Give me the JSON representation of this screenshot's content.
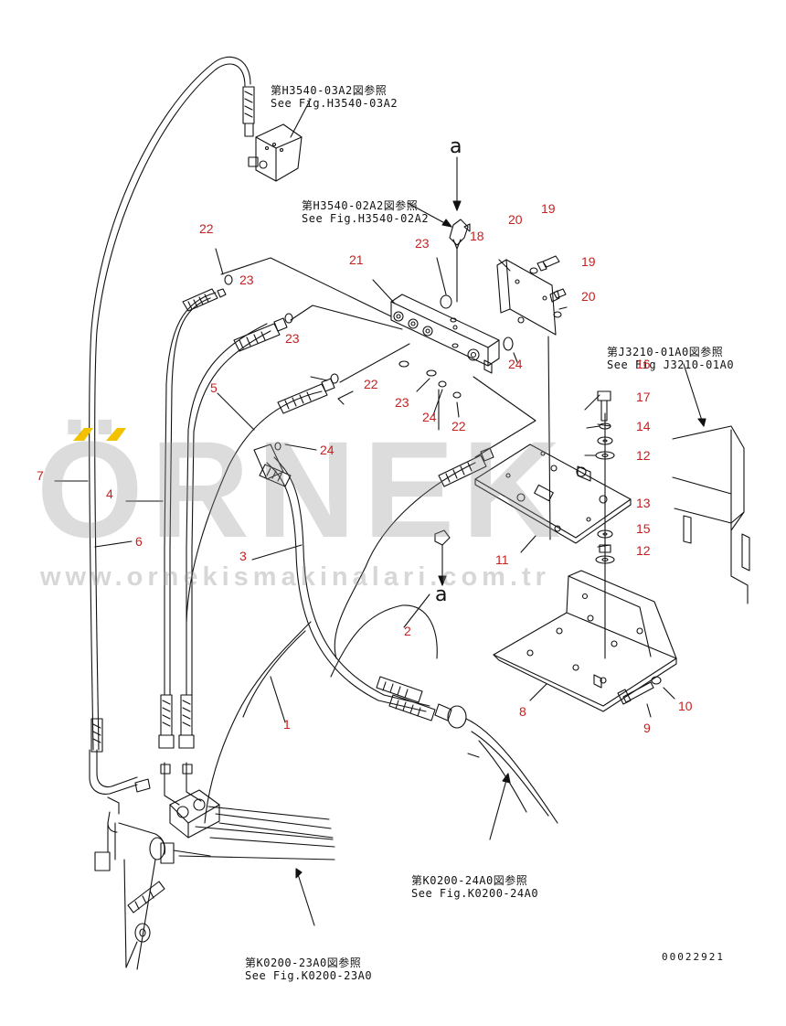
{
  "refs": [
    {
      "jp": "第H3540-03A2図参照",
      "en": "See Fig.H3540-03A2"
    },
    {
      "jp": "第H3540-02A2図参照",
      "en": "See Fig.H3540-02A2"
    },
    {
      "jp": "第J3210-01A0図参照",
      "en": "See Fig J3210-01A0"
    },
    {
      "jp": "第K0200-24A0図参照",
      "en": "See Fig.K0200-24A0"
    },
    {
      "jp": "第K0200-23A0図参照",
      "en": "See Fig.K0200-23A0"
    }
  ],
  "arrow_label": "a",
  "part_numbers": [
    "1",
    "2",
    "3",
    "4",
    "5",
    "6",
    "7",
    "8",
    "9",
    "10",
    "11",
    "12",
    "12",
    "13",
    "14",
    "15",
    "16",
    "17",
    "18",
    "19",
    "19",
    "20",
    "20",
    "21",
    "22",
    "22",
    "22",
    "23",
    "23",
    "23",
    "23",
    "24",
    "24",
    "24"
  ],
  "doc_id": "00022921",
  "watermark": {
    "text": "ÖRNEK",
    "url": "www.ornekismakinalari.com.tr",
    "accent_color": "#f2c200",
    "gray": "#969696"
  },
  "colors": {
    "part_number": "#c8201e",
    "line": "#111111"
  }
}
